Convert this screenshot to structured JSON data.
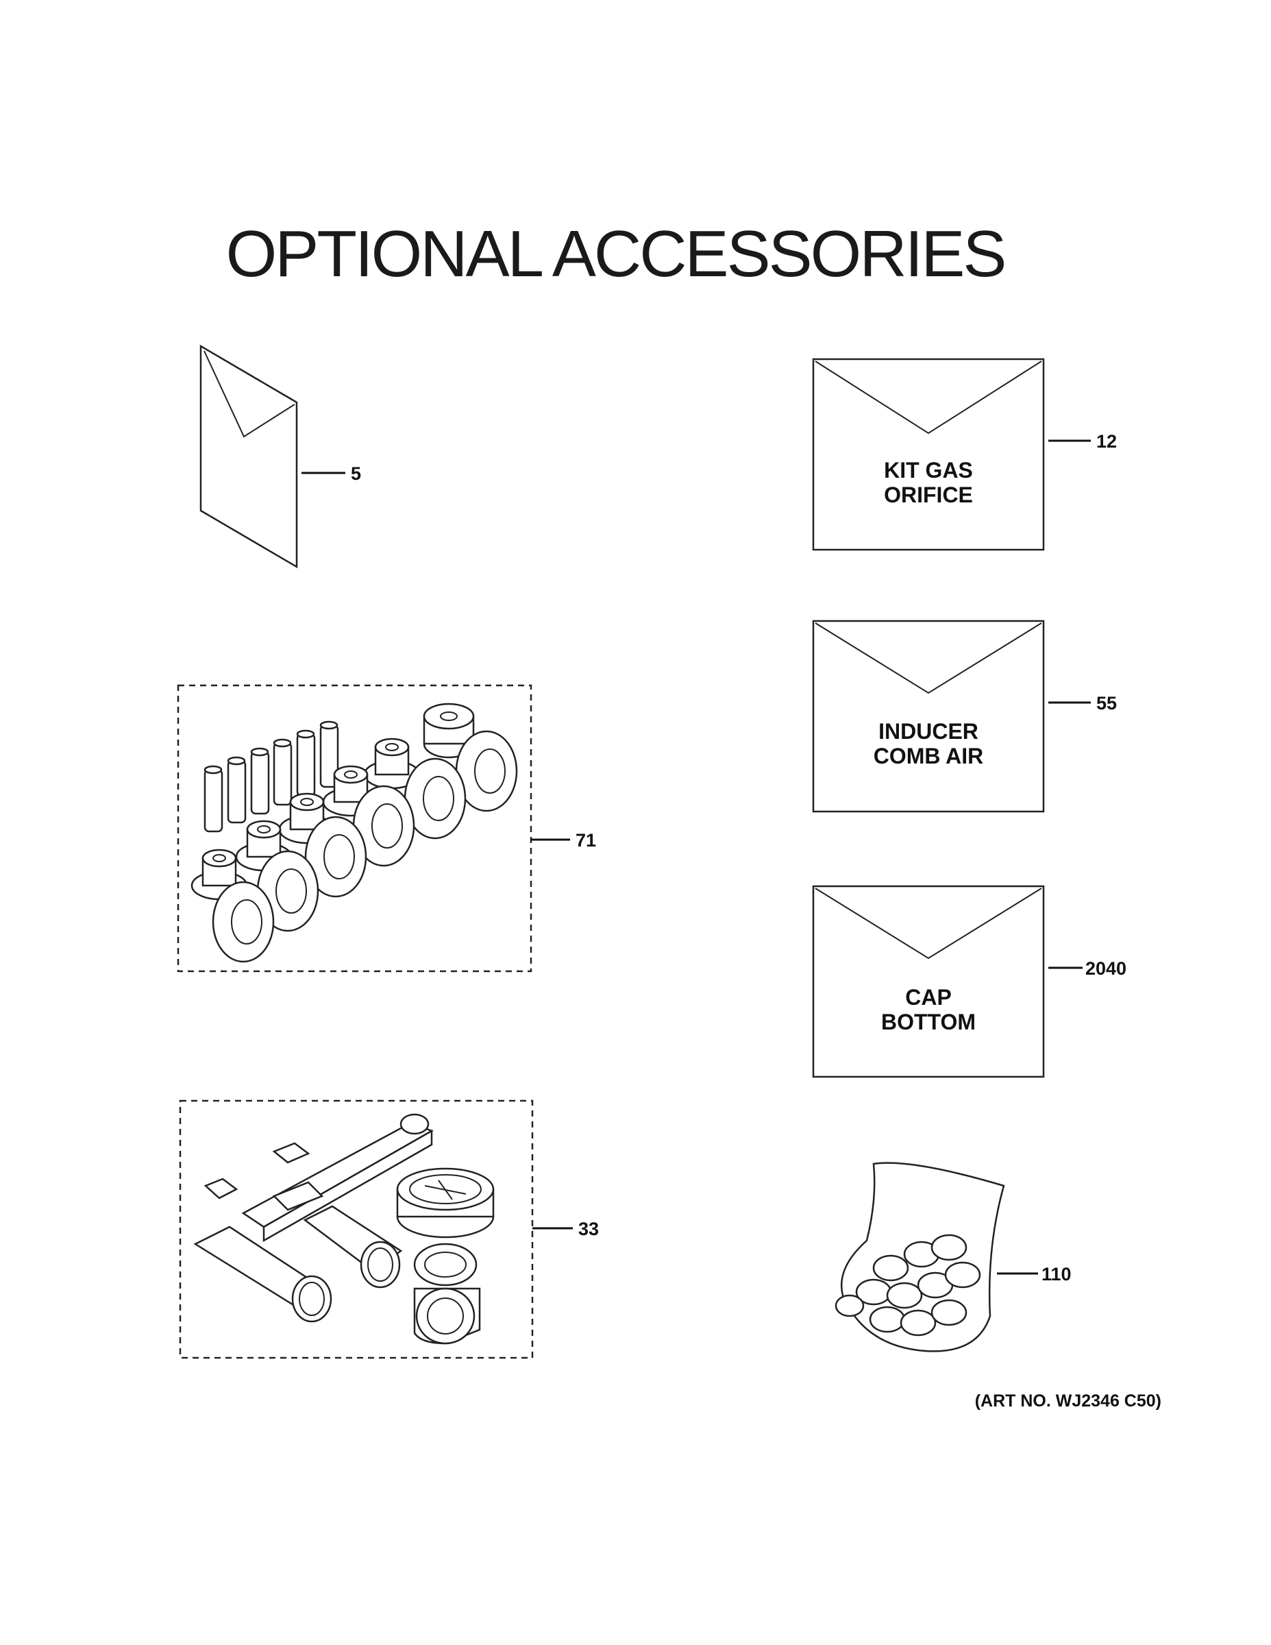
{
  "title": "OPTIONAL ACCESSORIES",
  "art_number": "(ART NO. WJ2346 C50)",
  "parts": [
    {
      "callout": "5"
    },
    {
      "callout": "12",
      "label_line1": "KIT GAS",
      "label_line2": "ORIFICE"
    },
    {
      "callout": "55",
      "label_line1": "INDUCER",
      "label_line2": "COMB AIR"
    },
    {
      "callout": "71"
    },
    {
      "callout": "2040",
      "label_line1": "CAP",
      "label_line2": "BOTTOM"
    },
    {
      "callout": "33"
    },
    {
      "callout": "110"
    }
  ]
}
